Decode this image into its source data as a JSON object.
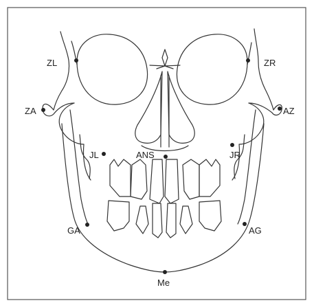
{
  "landmarks": {
    "zl": "ZL",
    "zr": "ZR",
    "za": "ZA",
    "az": "AZ",
    "jl": "JL",
    "jr": "JR",
    "ans": "ANS",
    "ga": "GA",
    "ag": "AG",
    "me": "Me"
  }
}
